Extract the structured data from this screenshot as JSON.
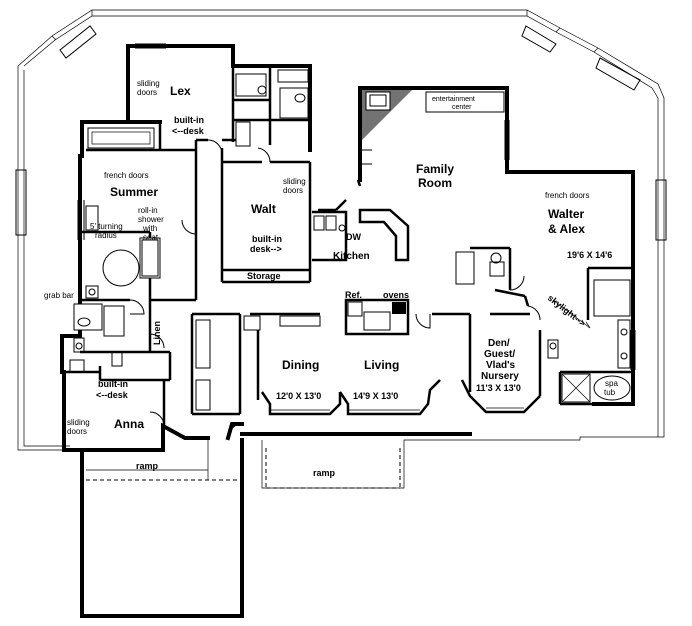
{
  "rooms": {
    "lex": "Lex",
    "summer": "Summer",
    "walt": "Walt",
    "family": [
      "Family",
      "Room"
    ],
    "walter": [
      "Walter",
      "& Alex"
    ],
    "walter_size": "19'6 X 14'6",
    "kitchen": "Kitchen",
    "dining": "Dining",
    "dining_size": "12'0 X 13'0",
    "living": "Living",
    "living_size": "14'9 X 13'0",
    "den": [
      "Den/",
      "Guest/",
      "Vlad's",
      "Nursery"
    ],
    "den_size": "11'3 X 13'0",
    "anna": "Anna",
    "storage": "Storage",
    "linen": "Linen"
  },
  "labels": {
    "sliding_doors": [
      "sliding",
      "doors"
    ],
    "builtin_desk_left": [
      "built-in",
      "<--desk"
    ],
    "builtin_desk_right": [
      "built-in",
      "desk-->"
    ],
    "french_doors": "french doors",
    "rollin_shower": [
      "roll-in",
      "shower",
      "with",
      "seat"
    ],
    "turning_radius": [
      "5' turning",
      "radius"
    ],
    "grab_bar": "grab bar",
    "entertainment": [
      "entertainment",
      "center"
    ],
    "dw": "DW",
    "ref": "Ref.",
    "ovens": "ovens",
    "skylight": "skylight-->",
    "spa_tub": [
      "spa",
      "tub"
    ],
    "ramp": "ramp"
  }
}
